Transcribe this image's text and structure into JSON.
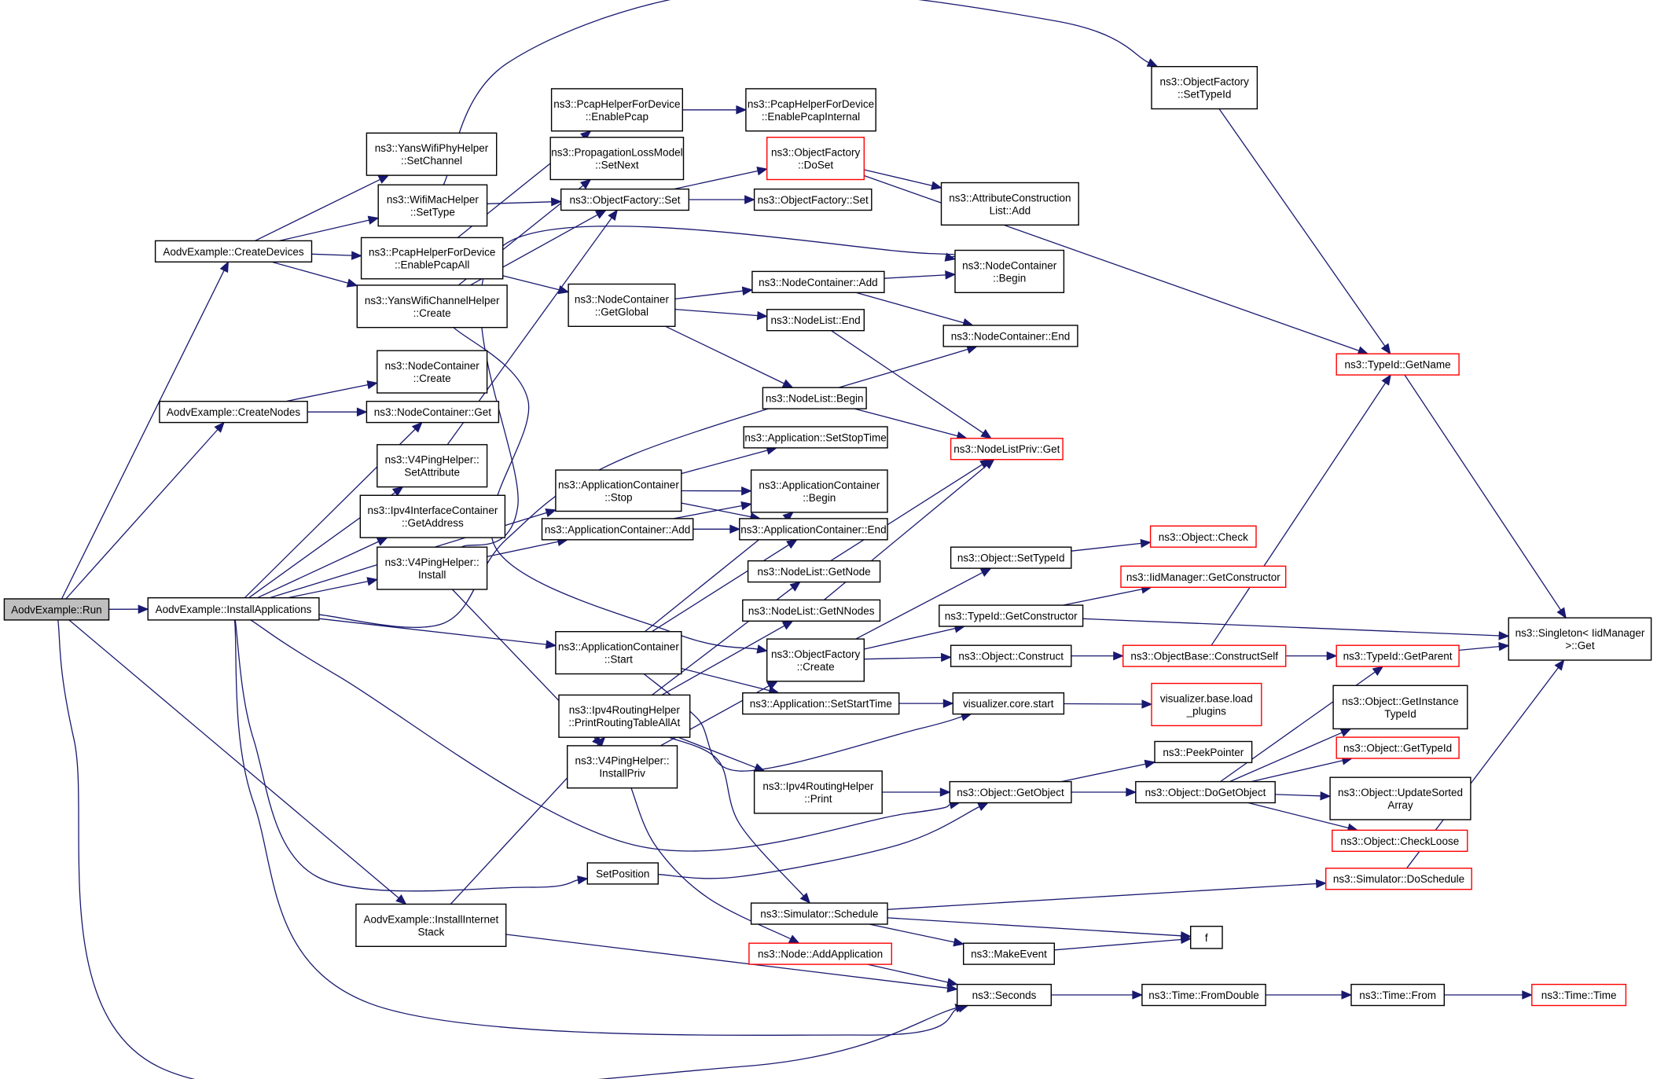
{
  "title": "Call graph for AodvExample::Run",
  "colors": {
    "edge": "#191970",
    "missing_border": "#ff0000",
    "root_fill": "#bfbfbf",
    "node_border": "#000000"
  },
  "nodes": [
    {
      "id": "run",
      "lines": [
        "AodvExample::Run"
      ],
      "root": true
    },
    {
      "id": "createDevices",
      "lines": [
        "AodvExample::CreateDevices"
      ]
    },
    {
      "id": "createNodes",
      "lines": [
        "AodvExample::CreateNodes"
      ]
    },
    {
      "id": "installApps",
      "lines": [
        "AodvExample::InstallApplications"
      ]
    },
    {
      "id": "installStack",
      "lines": [
        "AodvExample::InstallInternet",
        "Stack"
      ]
    },
    {
      "id": "setChannel",
      "lines": [
        "ns3::YansWifiPhyHelper",
        "::SetChannel"
      ]
    },
    {
      "id": "setType",
      "lines": [
        "ns3::WifiMacHelper",
        "::SetType"
      ]
    },
    {
      "id": "enablePcapAll",
      "lines": [
        "ns3::PcapHelperForDevice",
        "::EnablePcapAll"
      ]
    },
    {
      "id": "chanCreate",
      "lines": [
        "ns3::YansWifiChannelHelper",
        "::Create"
      ]
    },
    {
      "id": "ncCreate",
      "lines": [
        "ns3::NodeContainer",
        "::Create"
      ]
    },
    {
      "id": "ncGet",
      "lines": [
        "ns3::NodeContainer::Get"
      ]
    },
    {
      "id": "pingSetAttr",
      "lines": [
        "ns3::V4PingHelper::",
        "SetAttribute"
      ]
    },
    {
      "id": "getAddress",
      "lines": [
        "ns3::Ipv4InterfaceContainer",
        "::GetAddress"
      ]
    },
    {
      "id": "pingInstall",
      "lines": [
        "ns3::V4PingHelper::",
        "Install"
      ]
    },
    {
      "id": "enablePcap",
      "lines": [
        "ns3::PcapHelperForDevice",
        "::EnablePcap"
      ]
    },
    {
      "id": "enablePcapInternal",
      "lines": [
        "ns3::PcapHelperForDevice",
        "::EnablePcapInternal"
      ]
    },
    {
      "id": "setNext",
      "lines": [
        "ns3::PropagationLossModel",
        "::SetNext"
      ]
    },
    {
      "id": "ofSet1",
      "lines": [
        "ns3::ObjectFactory::Set"
      ]
    },
    {
      "id": "ofSet2",
      "lines": [
        "ns3::ObjectFactory::Set"
      ]
    },
    {
      "id": "ofDoSet",
      "lines": [
        "ns3::ObjectFactory",
        "::DoSet"
      ],
      "red": true
    },
    {
      "id": "aclAdd",
      "lines": [
        "ns3::AttributeConstruction",
        "List::Add"
      ]
    },
    {
      "id": "ofSetTypeId",
      "lines": [
        "ns3::ObjectFactory",
        "::SetTypeId"
      ]
    },
    {
      "id": "ncBegin",
      "lines": [
        "ns3::NodeContainer",
        "::Begin"
      ]
    },
    {
      "id": "ncGetGlobal",
      "lines": [
        "ns3::NodeContainer",
        "::GetGlobal"
      ]
    },
    {
      "id": "ncAdd",
      "lines": [
        "ns3::NodeContainer::Add"
      ]
    },
    {
      "id": "nlEnd",
      "lines": [
        "ns3::NodeList::End"
      ]
    },
    {
      "id": "ncEnd",
      "lines": [
        "ns3::NodeContainer::End"
      ]
    },
    {
      "id": "tidGetName",
      "lines": [
        "ns3::TypeId::GetName"
      ],
      "red": true
    },
    {
      "id": "nlBegin",
      "lines": [
        "ns3::NodeList::Begin"
      ]
    },
    {
      "id": "nlPrivGet",
      "lines": [
        "ns3::NodeListPriv::Get"
      ],
      "red": true
    },
    {
      "id": "setStopTime",
      "lines": [
        "ns3::Application::SetStopTime"
      ]
    },
    {
      "id": "acStop",
      "lines": [
        "ns3::ApplicationContainer",
        "::Stop"
      ]
    },
    {
      "id": "acBegin",
      "lines": [
        "ns3::ApplicationContainer",
        "::Begin"
      ]
    },
    {
      "id": "acAdd",
      "lines": [
        "ns3::ApplicationContainer::Add"
      ]
    },
    {
      "id": "acEnd",
      "lines": [
        "ns3::ApplicationContainer::End"
      ]
    },
    {
      "id": "nlGetNode",
      "lines": [
        "ns3::NodeList::GetNode"
      ]
    },
    {
      "id": "nlGetNNodes",
      "lines": [
        "ns3::NodeList::GetNNodes"
      ]
    },
    {
      "id": "acStart",
      "lines": [
        "ns3::ApplicationContainer",
        "::Start"
      ]
    },
    {
      "id": "ofCreate",
      "lines": [
        "ns3::ObjectFactory",
        "::Create"
      ]
    },
    {
      "id": "objSetTypeId",
      "lines": [
        "ns3::Object::SetTypeId"
      ]
    },
    {
      "id": "objCheck",
      "lines": [
        "ns3::Object::Check"
      ],
      "red": true
    },
    {
      "id": "iidGetCtor",
      "lines": [
        "ns3::IidManager::GetConstructor"
      ],
      "red": true
    },
    {
      "id": "tidGetCtor",
      "lines": [
        "ns3::TypeId::GetConstructor"
      ]
    },
    {
      "id": "singletonGet",
      "lines": [
        "ns3::Singleton< IidManager",
        ">::Get"
      ]
    },
    {
      "id": "objConstruct",
      "lines": [
        "ns3::Object::Construct"
      ]
    },
    {
      "id": "constructSelf",
      "lines": [
        "ns3::ObjectBase::ConstructSelf"
      ],
      "red": true
    },
    {
      "id": "tidGetParent",
      "lines": [
        "ns3::TypeId::GetParent"
      ],
      "red": true
    },
    {
      "id": "setStartTime",
      "lines": [
        "ns3::Application::SetStartTime"
      ]
    },
    {
      "id": "vizStart",
      "lines": [
        "visualizer.core.start"
      ]
    },
    {
      "id": "vizPlugins",
      "lines": [
        "visualizer.base.load",
        "_plugins"
      ],
      "red": true
    },
    {
      "id": "printAllAt",
      "lines": [
        "ns3::Ipv4RoutingHelper",
        "::PrintRoutingTableAllAt"
      ]
    },
    {
      "id": "installPriv",
      "lines": [
        "ns3::V4PingHelper::",
        "InstallPriv"
      ]
    },
    {
      "id": "getInstTypeId",
      "lines": [
        "ns3::Object::GetInstance",
        "TypeId"
      ]
    },
    {
      "id": "rhPrint",
      "lines": [
        "ns3::Ipv4RoutingHelper",
        "::Print"
      ]
    },
    {
      "id": "peekPointer",
      "lines": [
        "ns3::PeekPointer"
      ]
    },
    {
      "id": "objGetTypeId",
      "lines": [
        "ns3::Object::GetTypeId"
      ],
      "red": true
    },
    {
      "id": "getObject",
      "lines": [
        "ns3::Object::GetObject"
      ]
    },
    {
      "id": "doGetObject",
      "lines": [
        "ns3::Object::DoGetObject"
      ]
    },
    {
      "id": "updateSorted",
      "lines": [
        "ns3::Object::UpdateSorted",
        "Array"
      ]
    },
    {
      "id": "checkLoose",
      "lines": [
        "ns3::Object::CheckLoose"
      ],
      "red": true
    },
    {
      "id": "setPosition",
      "lines": [
        "SetPosition"
      ]
    },
    {
      "id": "doSchedule",
      "lines": [
        "ns3::Simulator::DoSchedule"
      ],
      "red": true
    },
    {
      "id": "schedule",
      "lines": [
        "ns3::Simulator::Schedule"
      ]
    },
    {
      "id": "f",
      "lines": [
        "f"
      ]
    },
    {
      "id": "makeEvent",
      "lines": [
        "ns3::MakeEvent"
      ]
    },
    {
      "id": "addApplication",
      "lines": [
        "ns3::Node::AddApplication"
      ],
      "red": true
    },
    {
      "id": "seconds",
      "lines": [
        "ns3::Seconds"
      ]
    },
    {
      "id": "fromDouble",
      "lines": [
        "ns3::Time::FromDouble"
      ]
    },
    {
      "id": "timeFrom",
      "lines": [
        "ns3::Time::From"
      ]
    },
    {
      "id": "timeTime",
      "lines": [
        "ns3::Time::Time"
      ],
      "red": true
    }
  ],
  "edges": [
    [
      "run",
      "installApps"
    ],
    [
      "run",
      "createDevices"
    ],
    [
      "run",
      "createNodes"
    ],
    [
      "run",
      "installStack"
    ],
    [
      "run",
      "seconds"
    ],
    [
      "createDevices",
      "setChannel"
    ],
    [
      "createDevices",
      "setType"
    ],
    [
      "createDevices",
      "enablePcapAll"
    ],
    [
      "createDevices",
      "chanCreate"
    ],
    [
      "setType",
      "ofSet1"
    ],
    [
      "setType",
      "ofSetTypeId"
    ],
    [
      "enablePcapAll",
      "enablePcap"
    ],
    [
      "enablePcapAll",
      "ncGetGlobal"
    ],
    [
      "chanCreate",
      "setNext"
    ],
    [
      "chanCreate",
      "ofSet1"
    ],
    [
      "chanCreate",
      "ofCreate"
    ],
    [
      "enablePcap",
      "enablePcapInternal"
    ],
    [
      "ofSet1",
      "ofDoSet"
    ],
    [
      "ofSet1",
      "ofSet2"
    ],
    [
      "ofDoSet",
      "aclAdd"
    ],
    [
      "ofDoSet",
      "tidGetName"
    ],
    [
      "ofSetTypeId",
      "tidGetName"
    ],
    [
      "ncGetGlobal",
      "ncAdd"
    ],
    [
      "ncGetGlobal",
      "nlEnd"
    ],
    [
      "ncGetGlobal",
      "nlBegin"
    ],
    [
      "ncAdd",
      "ncBegin"
    ],
    [
      "ncAdd",
      "ncEnd"
    ],
    [
      "nlEnd",
      "nlPrivGet"
    ],
    [
      "nlBegin",
      "nlPrivGet"
    ],
    [
      "createNodes",
      "ncCreate"
    ],
    [
      "createNodes",
      "ncGet"
    ],
    [
      "installApps",
      "ncGet"
    ],
    [
      "installApps",
      "pingSetAttr"
    ],
    [
      "installApps",
      "getAddress"
    ],
    [
      "installApps",
      "pingInstall"
    ],
    [
      "installApps",
      "ncEnd"
    ],
    [
      "installApps",
      "acStart"
    ],
    [
      "installApps",
      "getObject"
    ],
    [
      "installApps",
      "setPosition"
    ],
    [
      "installApps",
      "seconds"
    ],
    [
      "installApps",
      "acStop"
    ],
    [
      "pingSetAttr",
      "ofSet1"
    ],
    [
      "pingInstall",
      "ncBegin"
    ],
    [
      "pingInstall",
      "acAdd"
    ],
    [
      "pingInstall",
      "installPriv"
    ],
    [
      "acStop",
      "setStopTime"
    ],
    [
      "acStop",
      "acBegin"
    ],
    [
      "acStop",
      "acEnd"
    ],
    [
      "acAdd",
      "acBegin"
    ],
    [
      "acAdd",
      "acEnd"
    ],
    [
      "acStart",
      "acBegin"
    ],
    [
      "acStart",
      "acEnd"
    ],
    [
      "acStart",
      "setStartTime"
    ],
    [
      "acStart",
      "vizStart"
    ],
    [
      "nlGetNode",
      "nlPrivGet"
    ],
    [
      "nlGetNNodes",
      "nlPrivGet"
    ],
    [
      "printAllAt",
      "nlGetNode"
    ],
    [
      "printAllAt",
      "nlGetNNodes"
    ],
    [
      "printAllAt",
      "rhPrint"
    ],
    [
      "printAllAt",
      "schedule"
    ],
    [
      "installPriv",
      "ofCreate"
    ],
    [
      "installPriv",
      "addApplication"
    ],
    [
      "ofCreate",
      "objSetTypeId"
    ],
    [
      "ofCreate",
      "tidGetCtor"
    ],
    [
      "ofCreate",
      "objConstruct"
    ],
    [
      "objSetTypeId",
      "objCheck"
    ],
    [
      "tidGetCtor",
      "iidGetCtor"
    ],
    [
      "tidGetCtor",
      "singletonGet"
    ],
    [
      "objConstruct",
      "constructSelf"
    ],
    [
      "constructSelf",
      "tidGetParent"
    ],
    [
      "constructSelf",
      "tidGetName"
    ],
    [
      "tidGetParent",
      "singletonGet"
    ],
    [
      "tidGetName",
      "singletonGet"
    ],
    [
      "setStartTime",
      "vizStart"
    ],
    [
      "vizStart",
      "vizPlugins"
    ],
    [
      "rhPrint",
      "getObject"
    ],
    [
      "getObject",
      "peekPointer"
    ],
    [
      "getObject",
      "doGetObject"
    ],
    [
      "doGetObject",
      "tidGetParent"
    ],
    [
      "doGetObject",
      "getInstTypeId"
    ],
    [
      "doGetObject",
      "objGetTypeId"
    ],
    [
      "doGetObject",
      "updateSorted"
    ],
    [
      "doGetObject",
      "checkLoose"
    ],
    [
      "setPosition",
      "getObject"
    ],
    [
      "installStack",
      "printAllAt"
    ],
    [
      "installStack",
      "seconds"
    ],
    [
      "schedule",
      "doSchedule"
    ],
    [
      "schedule",
      "f"
    ],
    [
      "schedule",
      "makeEvent"
    ],
    [
      "makeEvent",
      "f"
    ],
    [
      "doSchedule",
      "singletonGet"
    ],
    [
      "addApplication",
      "seconds"
    ],
    [
      "seconds",
      "fromDouble"
    ],
    [
      "fromDouble",
      "timeFrom"
    ],
    [
      "timeFrom",
      "timeTime"
    ]
  ]
}
